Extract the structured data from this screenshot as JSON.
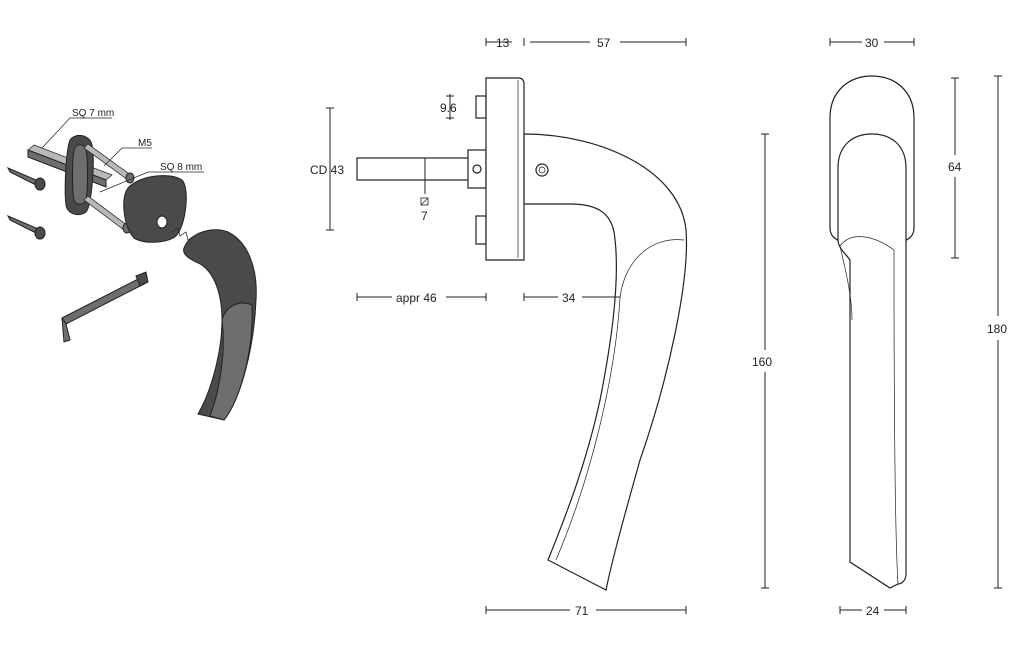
{
  "exploded_view": {
    "labels": {
      "sq7": "SQ 7 mm",
      "m5": "M5",
      "sq8": "SQ 8 mm"
    }
  },
  "side_view": {
    "dims": {
      "rose_depth": "13",
      "handle_projection": "57",
      "screw_offset": "9.6",
      "centre_distance": "CD 43",
      "spindle_square": "7",
      "spindle_length": "appr 46",
      "grip_offset": "34",
      "total_width": "71",
      "handle_length": "160"
    }
  },
  "front_view": {
    "dims": {
      "rose_width": "30",
      "rose_height": "64",
      "total_height": "180",
      "grip_width": "24"
    }
  }
}
